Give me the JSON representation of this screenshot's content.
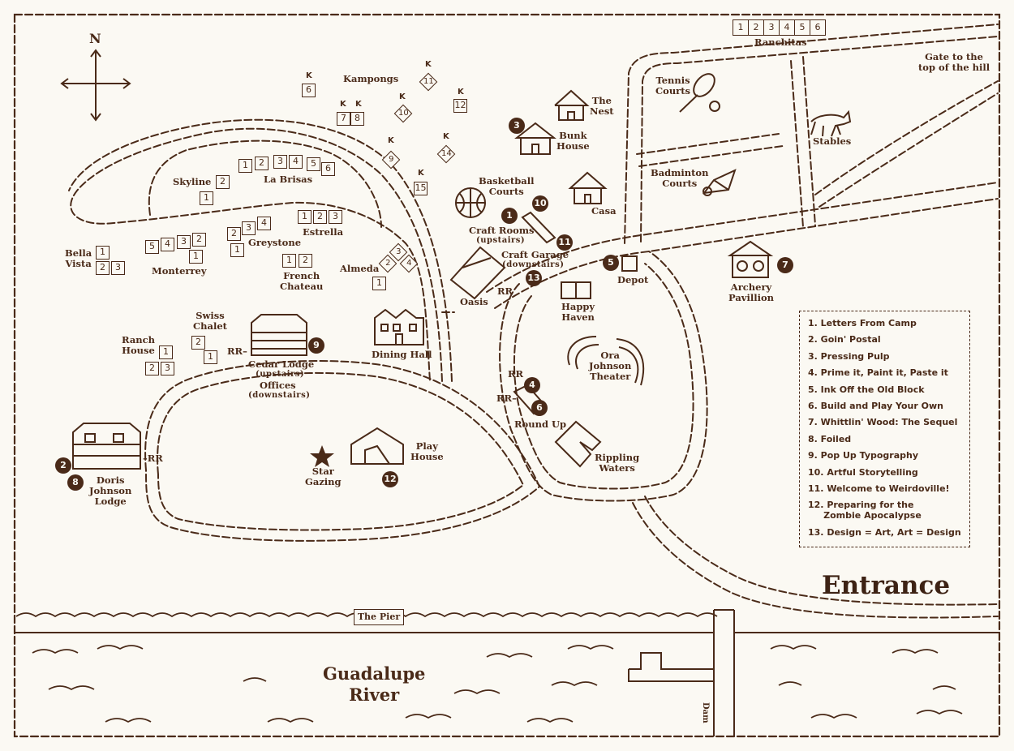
{
  "compass": {
    "north": "N"
  },
  "title": {
    "entrance": "Entrance",
    "river": "Guadalupe\nRiver"
  },
  "places": {
    "ranchitas": "Ranchitas",
    "gate": "Gate to the\ntop of the hill",
    "tennis": "Tennis\nCourts",
    "stables": "Stables",
    "badminton": "Badminton\nCourts",
    "kampongs": "Kampongs",
    "nest": "The\nNest",
    "bunk": "Bunk\nHouse",
    "basketball": "Basketball\nCourts",
    "casa": "Casa",
    "craft_rooms": "Craft Rooms",
    "craft_rooms_sub": "(upstairs)",
    "craft_garage": "Craft Garage",
    "craft_garage_sub": "(downstairs)",
    "depot": "Depot",
    "archery": "Archery\nPavillion",
    "skyline": "Skyline",
    "la_brisas": "La Brisas",
    "estrella": "Estrella",
    "greystone": "Greystone",
    "bella_vista": "Bella\nVista",
    "monterrey": "Monterrey",
    "french_chateau": "French\nChateau",
    "almeda": "Almeda",
    "oasis": "Oasis",
    "happy_haven": "Happy\nHaven",
    "dining_hall": "Dining Hall",
    "swiss_chalet": "Swiss\nChalet",
    "ranch_house": "Ranch\nHouse",
    "cedar_lodge": "Cedar Lodge",
    "cedar_lodge_sub": "(upstairs)",
    "offices": "Offices",
    "offices_sub": "(downstairs)",
    "ora_theater": "Ora\nJohnson\nTheater",
    "round_up": "Round Up",
    "rippling": "Rippling\nWaters",
    "play_house": "Play\nHouse",
    "star_gazing": "Star\nGazing",
    "doris": "Doris\nJohnson\nLodge",
    "pier": "The Pier",
    "dam": "Dam",
    "rr": "RR",
    "rr_dash": "RR–",
    "dash_rr": "–RR"
  },
  "ranchitas_units": [
    "1",
    "2",
    "3",
    "4",
    "5",
    "6"
  ],
  "kampong_marker": "K",
  "cabin_numbers": {
    "skyline": [
      "1",
      "2"
    ],
    "la_brisas": [
      "1",
      "2",
      "3",
      "4",
      "5",
      "6"
    ],
    "estrella": [
      "1",
      "2",
      "3"
    ],
    "greystone": [
      "1",
      "2",
      "3",
      "4"
    ],
    "bella_vista": [
      "1",
      "2",
      "3"
    ],
    "monterrey": [
      "1",
      "2",
      "3",
      "4",
      "5"
    ],
    "french_chateau": [
      "1",
      "2"
    ],
    "almeda": [
      "1",
      "2",
      "3",
      "4"
    ],
    "swiss_chalet": [
      "1",
      "2"
    ],
    "ranch_house": [
      "1",
      "2",
      "3"
    ],
    "kampongs": [
      "6",
      "7",
      "8",
      "9",
      "10",
      "11",
      "12",
      "14",
      "15"
    ]
  },
  "markers": [
    "1",
    "2",
    "3",
    "4",
    "5",
    "6",
    "7",
    "8",
    "9",
    "10",
    "11",
    "12",
    "13"
  ],
  "legend": [
    "1. Letters From Camp",
    "2. Goin' Postal",
    "3. Pressing Pulp",
    "4. Prime it, Paint it, Paste it",
    "5. Ink Off the Old Block",
    "6. Build and Play Your Own",
    "7. Whittlin' Wood: The Sequel",
    "8. Foiled",
    "9. Pop Up Typography",
    "10. Artful Storytelling",
    "11. Welcome to Weirdoville!",
    "12. Preparing for the\n     Zombie Apocalypse",
    "13. Design = Art, Art = Design"
  ],
  "colors": {
    "ink": "#4a2a18",
    "paper": "#fbf9f3"
  }
}
